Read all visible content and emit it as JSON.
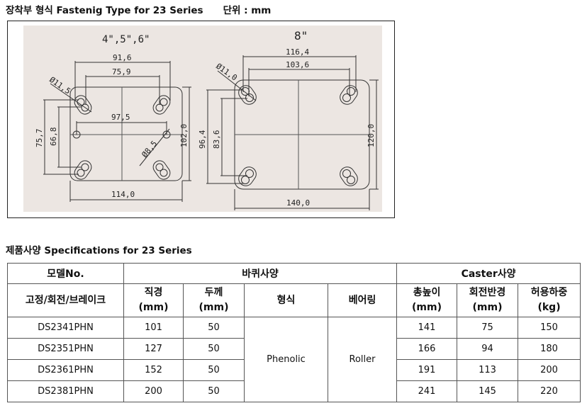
{
  "title1": {
    "label": "장착부 형식 Fastenig Type for 23 Series",
    "unit": "단위 : mm"
  },
  "title2": {
    "label": "제품사양 Specifications for 23 Series"
  },
  "drawing": {
    "left": {
      "heading": "4\",5\",6\"",
      "dims": [
        "91,6",
        "75,9",
        "97,5",
        "114,0",
        "75,7",
        "66,8",
        "102,0",
        "Ø11,5",
        "Ø8,5"
      ]
    },
    "right": {
      "heading": "8\"",
      "dims": [
        "116,4",
        "103,6",
        "96,4",
        "83,6",
        "120,0",
        "140,0",
        "Ø11,0"
      ]
    }
  },
  "table": {
    "group_headers": {
      "model": "모델No.",
      "wheel": "바퀴사양",
      "caster": "Caster사양"
    },
    "sub_headers": {
      "model": "고정/회전/브레이크",
      "diameter": [
        "직경",
        "(mm)"
      ],
      "width": [
        "두께",
        "(mm)"
      ],
      "type": "형식",
      "bearing": "베어링",
      "height": [
        "총높이",
        "(mm)"
      ],
      "swivel": [
        "회전반경",
        "(mm)"
      ],
      "load": [
        "허용하중",
        "(kg)"
      ]
    },
    "shared": {
      "type": "Phenolic",
      "bearing": "Roller"
    },
    "rows": [
      {
        "model": "DS2341PHN",
        "diameter": "101",
        "width": "50",
        "height": "141",
        "swivel": "75",
        "load": "150"
      },
      {
        "model": "DS2351PHN",
        "diameter": "127",
        "width": "50",
        "height": "166",
        "swivel": "94",
        "load": "180"
      },
      {
        "model": "DS2361PHN",
        "diameter": "152",
        "width": "50",
        "height": "191",
        "swivel": "113",
        "load": "200"
      },
      {
        "model": "DS2381PHN",
        "diameter": "200",
        "width": "50",
        "height": "241",
        "swivel": "145",
        "load": "220"
      }
    ]
  }
}
